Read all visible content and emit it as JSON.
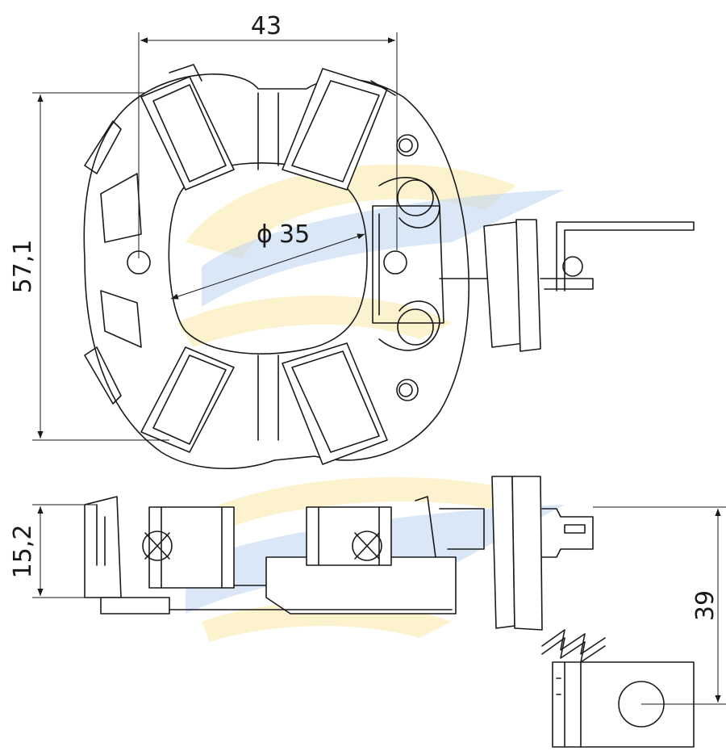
{
  "dimensions": {
    "width_top": "43",
    "height_left": "57,1",
    "diameter": "35",
    "height_side": "15,2",
    "height_terminal": "39"
  },
  "colors": {
    "line": "#1a1a1a",
    "watermark_yellow": "#fbe7a6",
    "watermark_blue": "#bcd3f0"
  }
}
